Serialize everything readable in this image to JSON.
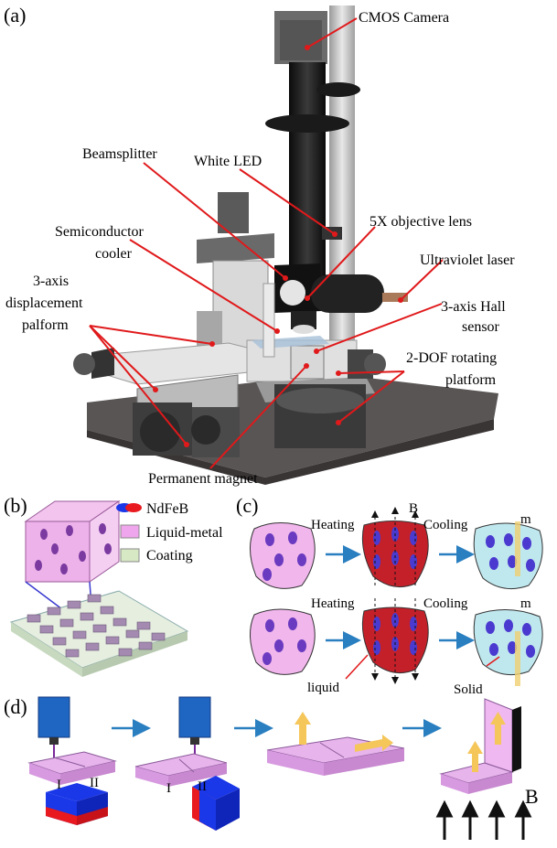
{
  "panels": {
    "a": "(a)",
    "b": "(b)",
    "c": "(c)",
    "d": "(d)"
  },
  "panel_a": {
    "cmos_camera": "CMOS Camera",
    "beamsplitter": "Beamsplitter",
    "white_led": "White LED",
    "semiconductor_cooler_1": "Semiconductor",
    "semiconductor_cooler_2": "cooler",
    "objective_lens": "5X objective lens",
    "ultraviolet_laser": "Ultraviolet laser",
    "displacement_1": "3-axis",
    "displacement_2": "displacement",
    "displacement_3": "palform",
    "hall_1": "3-axis Hall",
    "hall_2": "sensor",
    "rotating_1": "2-DOF rotating",
    "rotating_2": "platform",
    "permanent_magnet": "Permanent magnet"
  },
  "panel_b": {
    "legend_ndfeb": "NdFeB",
    "legend_liquid_metal": "Liquid-metal",
    "legend_coating": "Coating"
  },
  "panel_c": {
    "heating_top": "Heating",
    "cooling_top": "Cooling",
    "field_b": "B",
    "m_top": "m",
    "heating_bottom": "Heating",
    "cooling_bottom": "Cooling",
    "m_bottom": "m",
    "liquid": "liquid",
    "solid": "Solid"
  },
  "panel_d": {
    "segment_i_1": "I",
    "segment_ii_1": "II",
    "segment_i_2": "I",
    "segment_ii_2": "II",
    "field_b": "B"
  },
  "colors": {
    "leader_red": "#e0191b",
    "arrow_blue": "#2a7fc0",
    "pink": "#e9a8e6",
    "cyan": "#bfe7ee",
    "dark_red": "#c4202a",
    "magnet_blue": "#1a37e8",
    "magnet_red": "#e8191f",
    "beige_coating": "#d7e8c4"
  }
}
